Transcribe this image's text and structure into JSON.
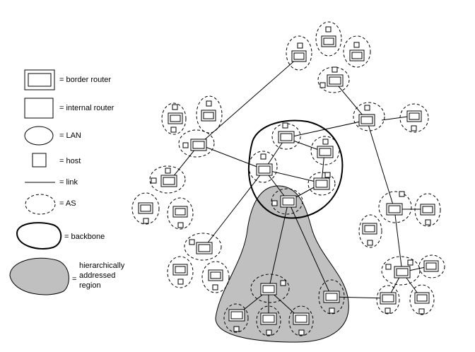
{
  "legend": {
    "border_router": "= border router",
    "internal_router": "= internal router",
    "lan": "= LAN",
    "host": "= host",
    "link": "= link",
    "as": "= AS",
    "backbone": "= backbone",
    "region_eq": "=",
    "region_line1": "hierarchically",
    "region_line2": "addressed",
    "region_line3": "region"
  },
  "colors": {
    "region_fill": "#c0c0c0",
    "stroke": "#000000",
    "background": "#ffffff"
  }
}
